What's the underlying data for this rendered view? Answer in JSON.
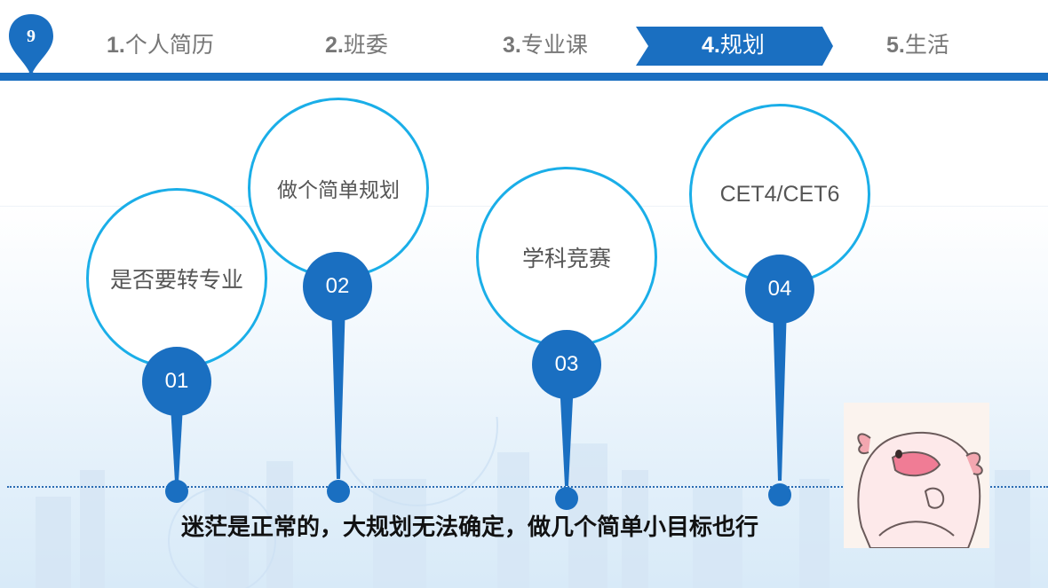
{
  "header": {
    "page_number": "9",
    "tabs": [
      {
        "num": "1.",
        "label": "个人简历"
      },
      {
        "num": "2.",
        "label": "班委"
      },
      {
        "num": "3.",
        "label": "专业课"
      },
      {
        "num": "4.",
        "label": "规划"
      },
      {
        "num": "5.",
        "label": "生活"
      }
    ],
    "active_index": 3
  },
  "colors": {
    "brand_blue": "#1a6fc1",
    "ring_blue": "#1aaee8",
    "nav_text": "#777777"
  },
  "plan_items": [
    {
      "num": "01",
      "text": "是否要转专业"
    },
    {
      "num": "02",
      "text": "做个简单规划"
    },
    {
      "num": "03",
      "text": "学科竞赛"
    },
    {
      "num": "04",
      "text": "CET4/CET6"
    }
  ],
  "caption": "迷茫是正常的，大规划无法确定，做几个简单小目标也行",
  "sticker": {
    "icon": "cartoon-axolotl-sticker"
  }
}
